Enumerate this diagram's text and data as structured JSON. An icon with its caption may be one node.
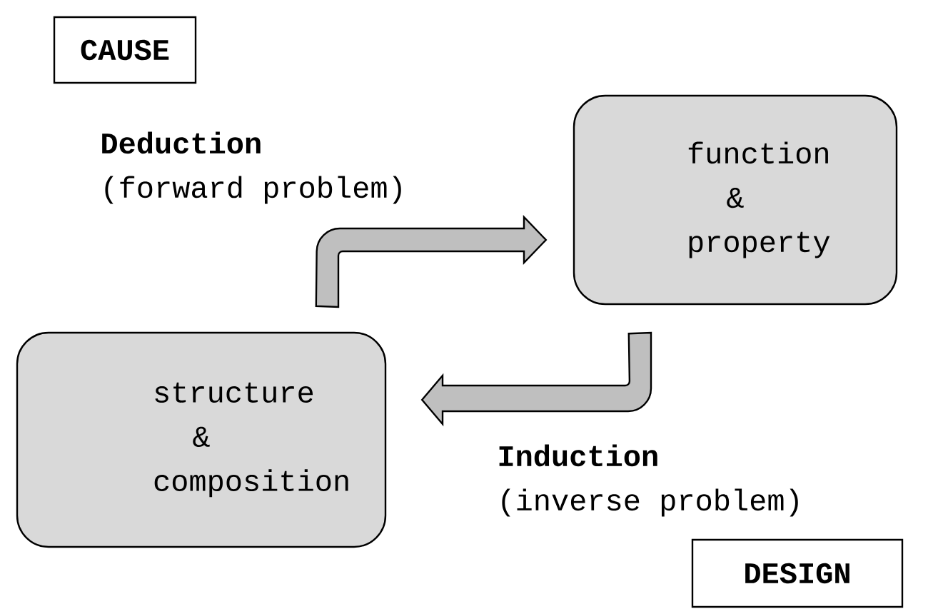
{
  "diagram": {
    "nodes": [
      {
        "text": [
          "CAUSE"
        ]
      },
      {
        "text": [
          "function & property"
        ]
      },
      {
        "text": [
          "structure & composition"
        ]
      },
      {
        "text": [
          "DESIGN"
        ]
      }
    ],
    "edges": [
      {
        "from": 2,
        "to": 1,
        "arrow": "to",
        "label": "**Deduction** (forward problem)"
      },
      {
        "from": 1,
        "to": 2,
        "arrow": "to",
        "label": "**Induction** (inverse problem)"
      }
    ]
  }
}
